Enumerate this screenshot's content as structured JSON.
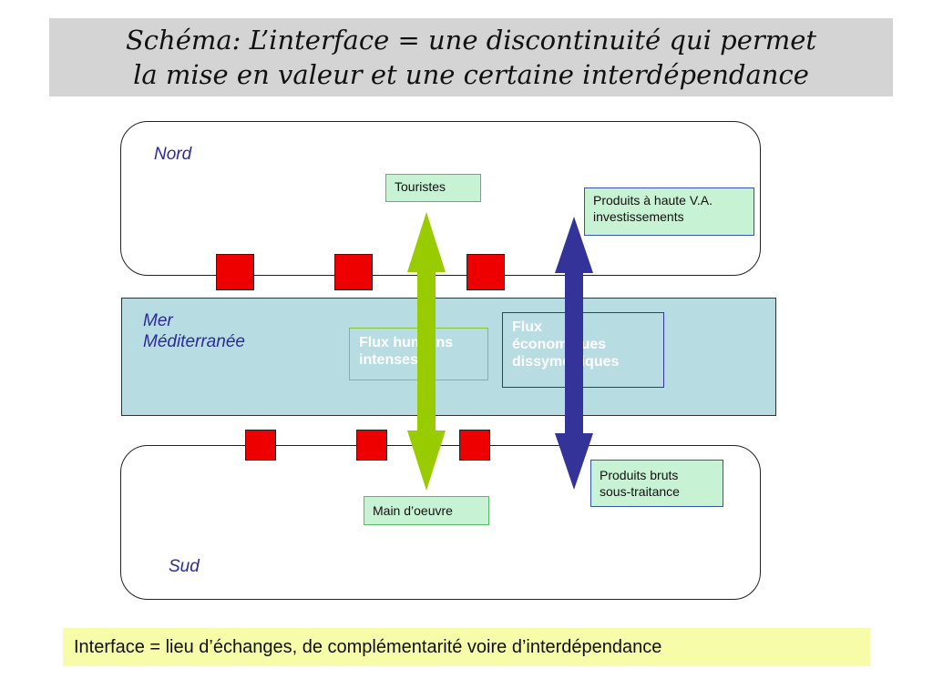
{
  "title": {
    "line1": "Schéma: L’interface = une discontinuité qui permet",
    "line2": "la mise en valeur et une certaine interdépendance"
  },
  "zones": {
    "nord": "Nord",
    "mer_line1": "Mer",
    "mer_line2": "Méditerranée",
    "sud": "Sud"
  },
  "boxes": {
    "touristes": "Touristes",
    "produits_haute_va_line1": "Produits à haute V.A.",
    "produits_haute_va_line2": "investissements",
    "main_oeuvre": "Main d’oeuvre",
    "produits_bruts_line1": "Produits bruts",
    "produits_bruts_line2": "sous-traitance"
  },
  "flows": {
    "humains_line1": "Flux humains",
    "humains_line2": "intenses",
    "economiques_line1": "Flux",
    "economiques_line2": "économiques",
    "economiques_line3": "dissymétriques"
  },
  "caption": "Interface = lieu d’échanges, de complémentarité voire d’interdépendance",
  "colors": {
    "sea": "#b7dde3",
    "human_flow_arrow": "#99cc00",
    "economic_flow_arrow": "#333399",
    "ports": "#ee0000",
    "label_boxes": "#c8f2d4",
    "caption_bg": "#f6fca8"
  }
}
